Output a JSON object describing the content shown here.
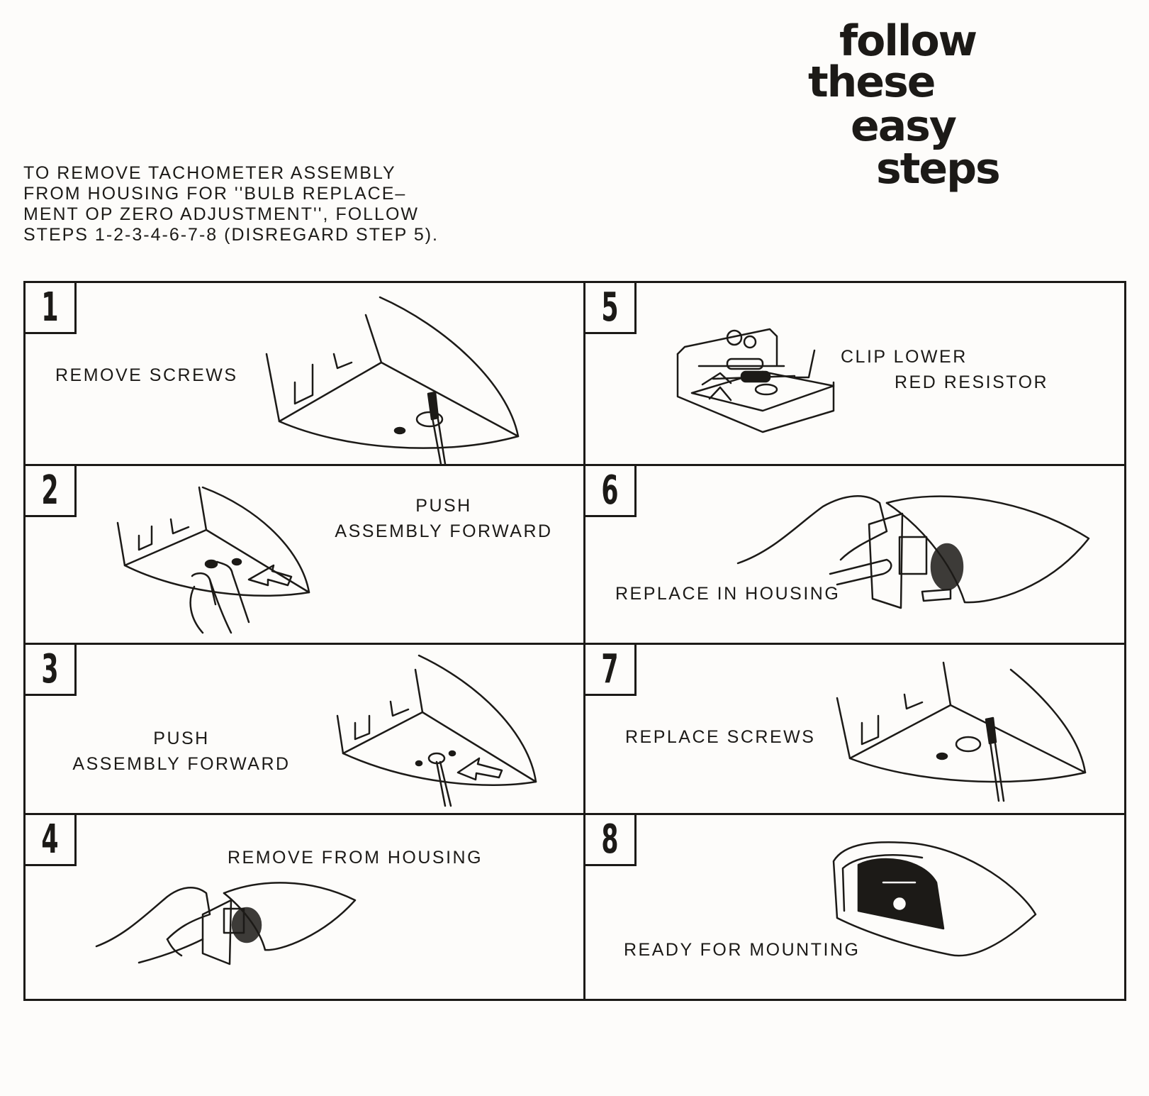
{
  "heading": {
    "lines": [
      "follow",
      "these",
      "easy",
      "steps"
    ]
  },
  "intro": {
    "lines": [
      "TO REMOVE TACHOMETER ASSEMBLY",
      "FROM HOUSING FOR ''BULB REPLACE–",
      "MENT OP ZERO ADJUSTMENT'', FOLLOW",
      "STEPS 1-2-3-4-6-7-8 (DISREGARD STEP 5)."
    ]
  },
  "steps": [
    {
      "number": "1",
      "caption": [
        "REMOVE SCREWS"
      ]
    },
    {
      "number": "2",
      "caption": [
        "PUSH",
        "ASSEMBLY FORWARD"
      ]
    },
    {
      "number": "3",
      "caption": [
        "PUSH",
        "ASSEMBLY FORWARD"
      ]
    },
    {
      "number": "4",
      "caption": [
        "REMOVE FROM HOUSING"
      ]
    },
    {
      "number": "5",
      "caption": [
        "CLIP LOWER",
        "RED RESISTOR"
      ]
    },
    {
      "number": "6",
      "caption": [
        "REPLACE IN HOUSING"
      ]
    },
    {
      "number": "7",
      "caption": [
        "REPLACE SCREWS"
      ]
    },
    {
      "number": "8",
      "caption": [
        "READY FOR MOUNTING"
      ]
    }
  ]
}
